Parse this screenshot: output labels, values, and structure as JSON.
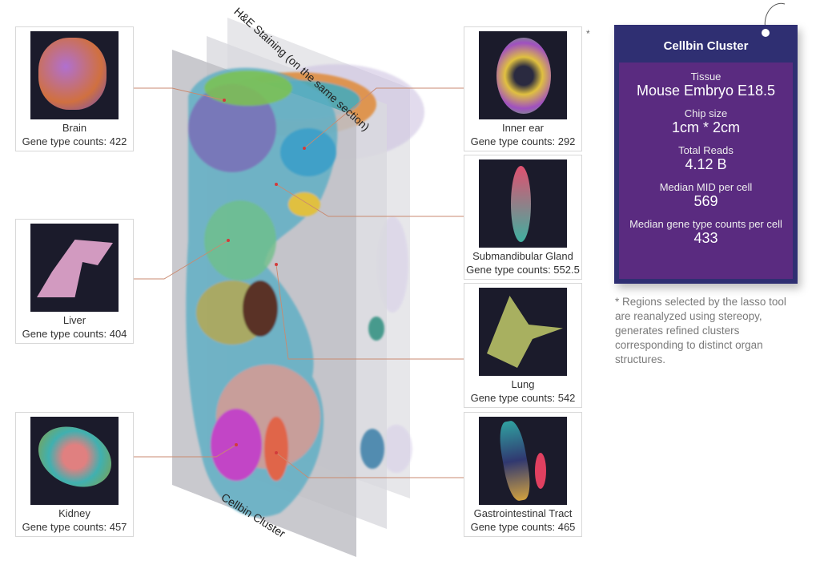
{
  "planes": {
    "he_label": "H&E Staining (on the same section)",
    "cluster_label": "Cellbin Cluster"
  },
  "organs": [
    {
      "name": "Brain",
      "count": "Gene type counts: 422"
    },
    {
      "name": "Liver",
      "count": "Gene type counts: 404"
    },
    {
      "name": "Kidney",
      "count": "Gene type counts: 457"
    },
    {
      "name": "Inner ear",
      "count": "Gene type counts: 292"
    },
    {
      "name": "Submandibular Gland",
      "count": "Gene type counts: 552.5"
    },
    {
      "name": "Lung",
      "count": "Gene type counts: 542"
    },
    {
      "name": "Gastrointestinal Tract",
      "count": "Gene type counts: 465"
    }
  ],
  "asterisk": "*",
  "card": {
    "title": "Cellbin Cluster",
    "stats": [
      {
        "label": "Tissue",
        "value": "Mouse Embryo E18.5"
      },
      {
        "label": "Chip size",
        "value": "1cm * 2cm"
      },
      {
        "label": "Total Reads",
        "value": "4.12 B"
      },
      {
        "label": "Median MID per cell",
        "value": "569"
      },
      {
        "label": "Median gene type counts per cell",
        "value": "433"
      }
    ]
  },
  "footnote": "* Regions selected by the lasso tool are reanalyzed using stereopy, generates refined clusters corresponding to distinct organ structures.",
  "colors": {
    "card_outer": "#2f2f72",
    "card_inner": "#5a2b80",
    "leader": "#c98a70"
  }
}
